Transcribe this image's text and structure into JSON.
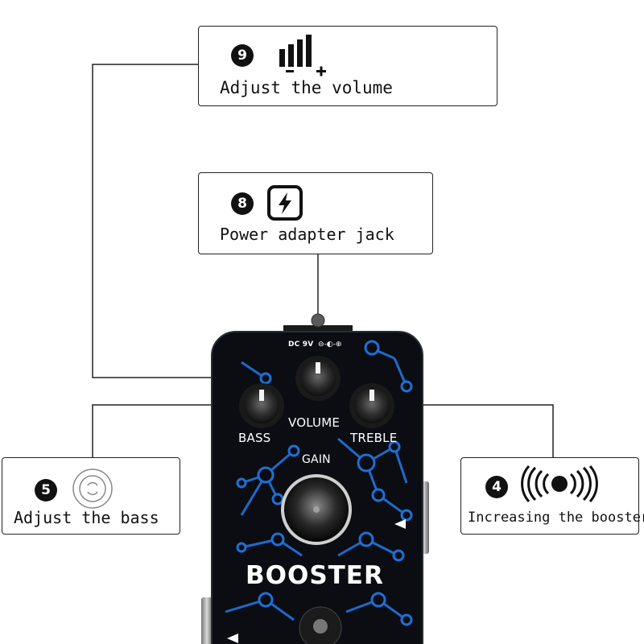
{
  "callouts": {
    "volume": {
      "badge": "9",
      "text": "Adjust the volume",
      "icon_minus": "-",
      "icon_plus": "+"
    },
    "power": {
      "badge": "8",
      "text": "Power adapter jack"
    },
    "bass": {
      "badge": "5",
      "text": "Adjust the bass"
    },
    "booster": {
      "badge": "4",
      "text": "Increasing the booster"
    }
  },
  "pedal": {
    "dc_label": "DC 9V",
    "volume_label": "VOLUME",
    "bass_label": "BASS",
    "treble_label": "TREBLE",
    "gain_label": "GAIN",
    "name": "BOOSTER"
  },
  "colors": {
    "pedal_body": "#0b0d12",
    "circuit_blue": "#1f6fd6",
    "line": "#222222"
  },
  "icons": [
    "volume-bars-icon",
    "lightning-icon",
    "bass-knob-icon",
    "sound-waves-icon"
  ]
}
